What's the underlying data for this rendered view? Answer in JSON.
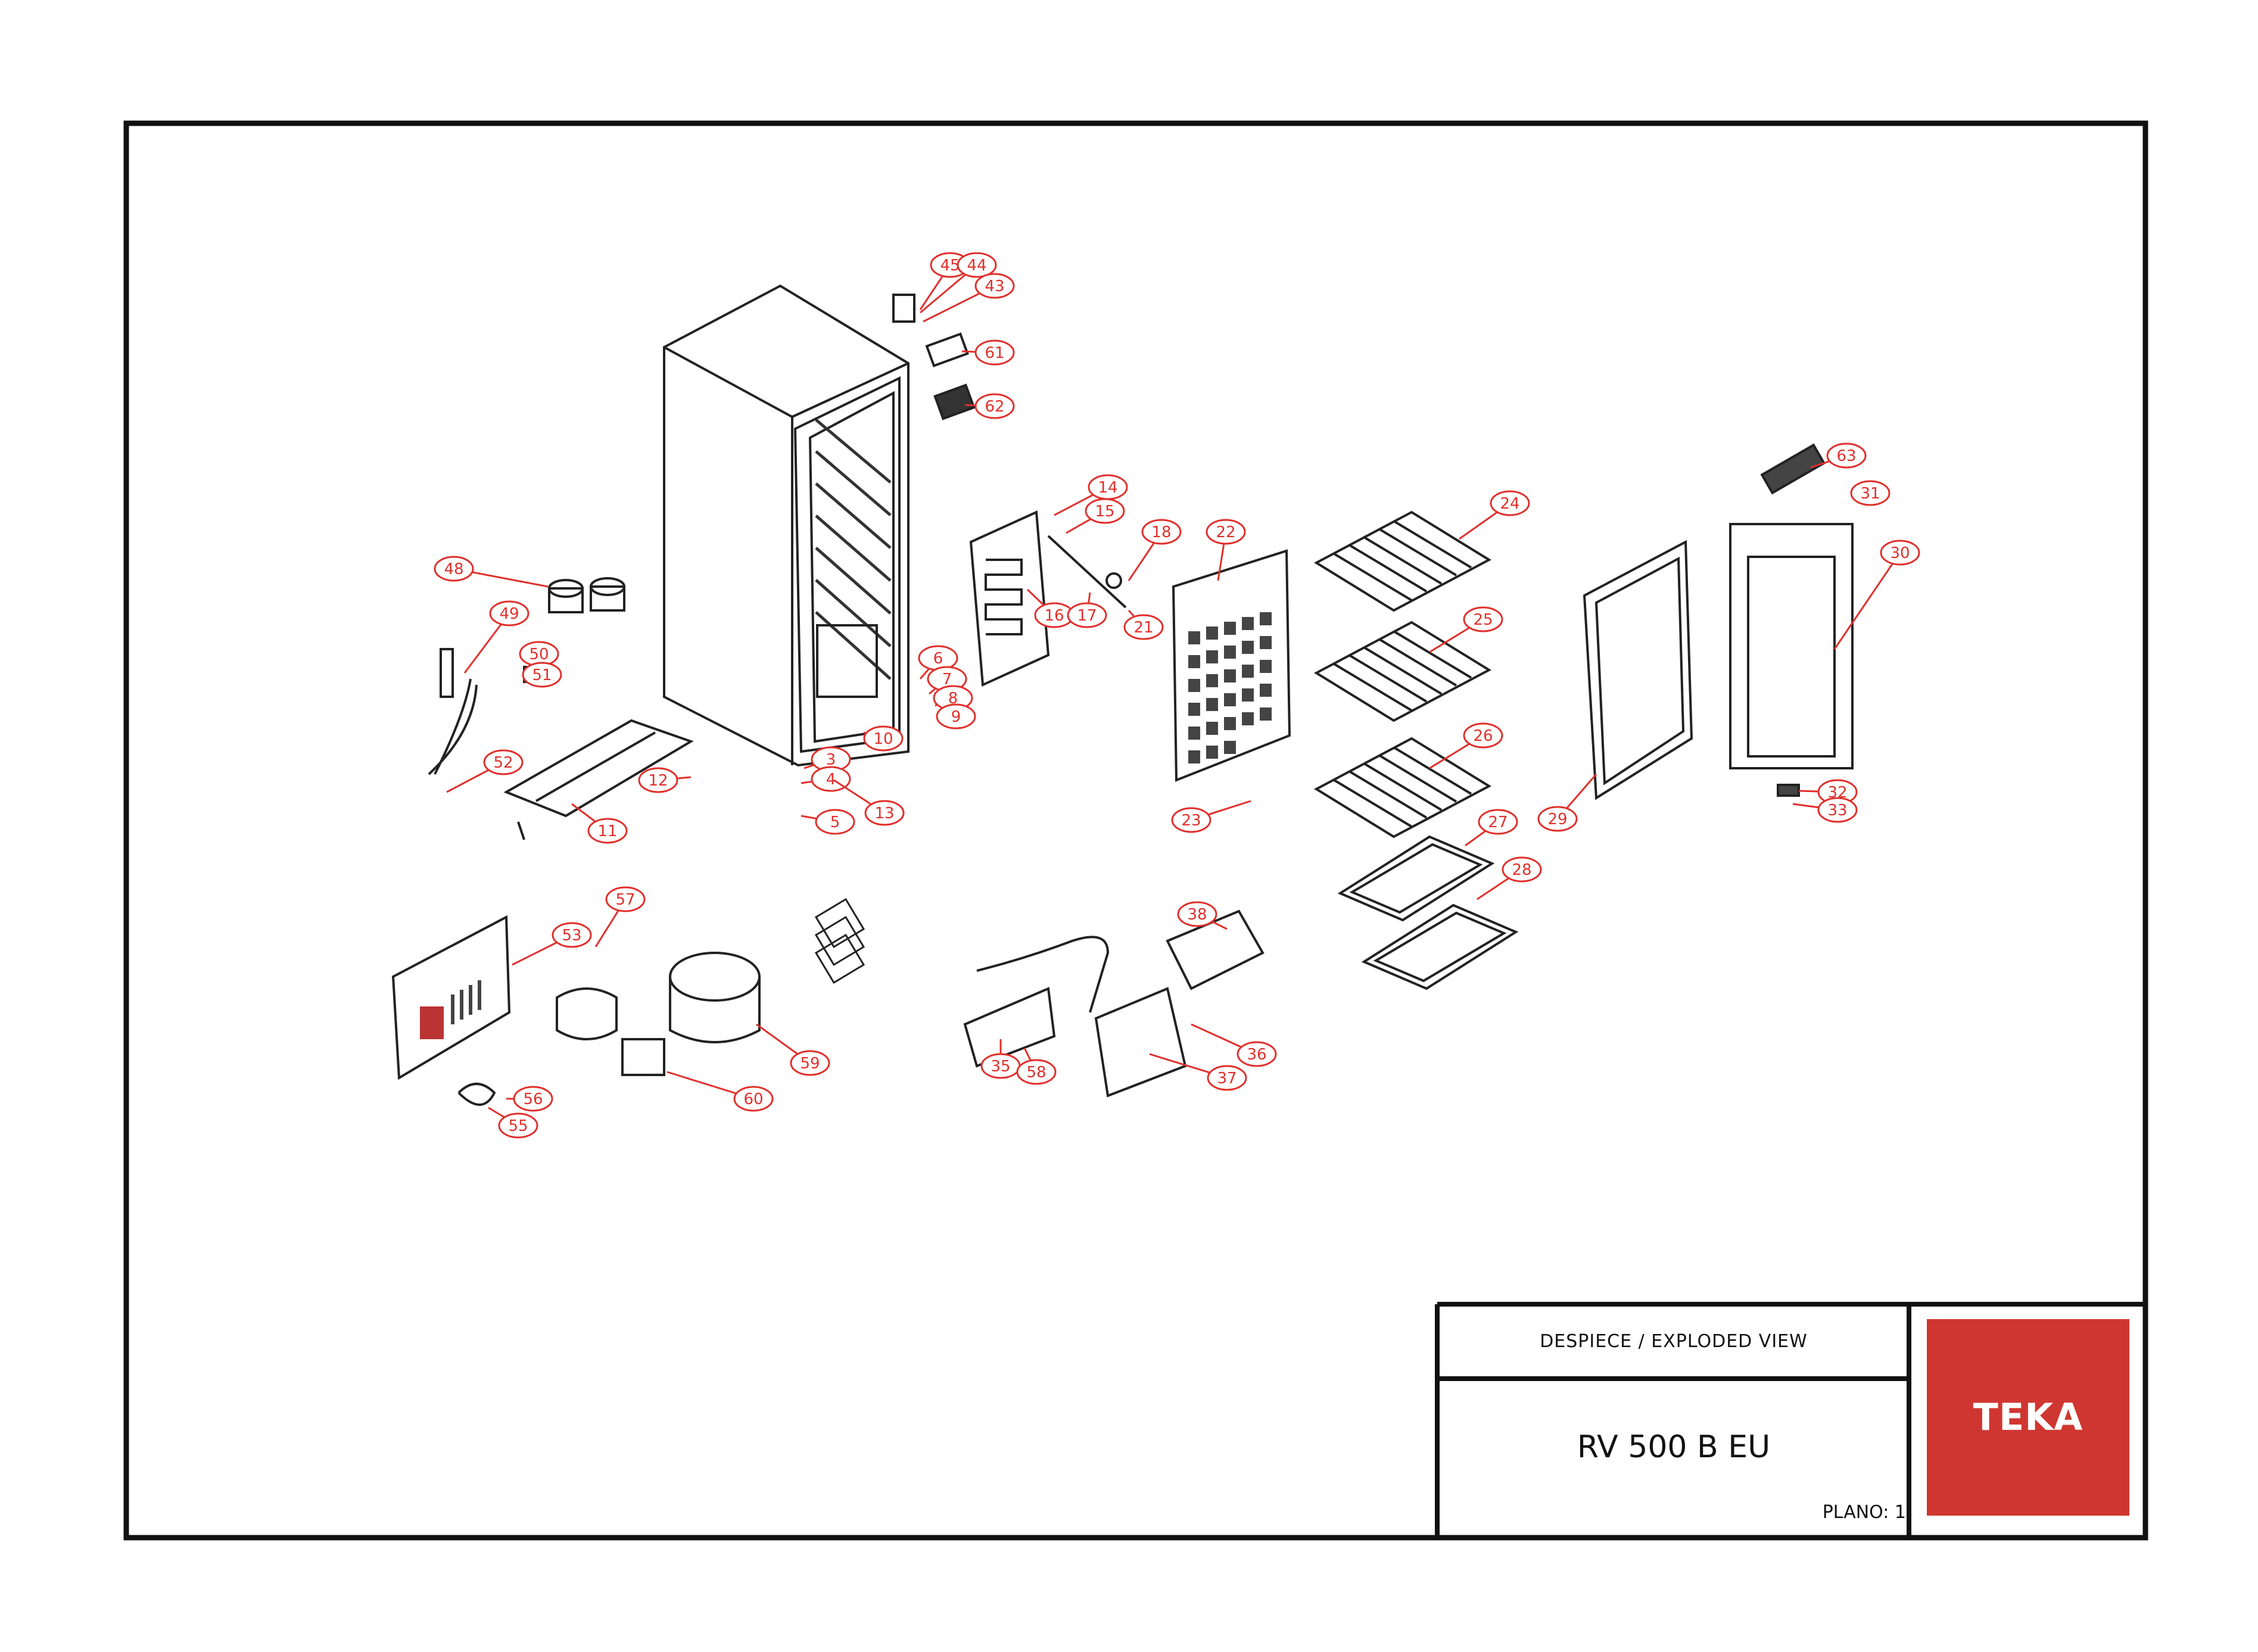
{
  "title_block": {
    "header": "DESPIECE / EXPLODED VIEW",
    "model": "RV 500 B EU",
    "plano": "PLANO: 1"
  },
  "logo": {
    "text": "TEKA",
    "color": "#d03631"
  },
  "colors": {
    "line": "#111111",
    "callout": "#e0302c"
  },
  "callouts": [
    "45",
    "44",
    "43",
    "61",
    "62",
    "14",
    "15",
    "18",
    "22",
    "24",
    "63",
    "31",
    "30",
    "48",
    "49",
    "50",
    "51",
    "16",
    "17",
    "21",
    "6",
    "7",
    "8",
    "9",
    "10",
    "25",
    "52",
    "3",
    "4",
    "12",
    "5",
    "13",
    "11",
    "23",
    "26",
    "27",
    "28",
    "29",
    "32",
    "33",
    "53",
    "57",
    "59",
    "56",
    "55",
    "60",
    "38",
    "35",
    "58",
    "36",
    "37"
  ]
}
